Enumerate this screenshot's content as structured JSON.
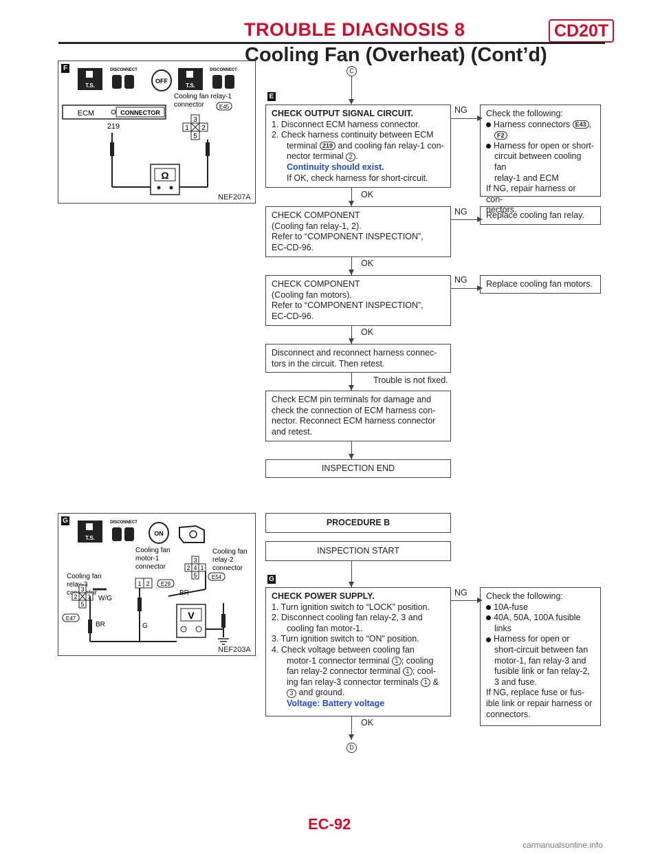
{
  "header": {
    "title": "TROUBLE DIAGNOSIS 8",
    "badge": "CD20T",
    "subtitle": "Cooling Fan (Overheat) (Cont’d)"
  },
  "figures": {
    "fig1": {
      "id": "NEF207A",
      "ecm": "ECM",
      "connector": "CONNECTOR",
      "pin": "219",
      "relay_label": "Cooling fan relay-1\nconnector",
      "relay_tag": "E45",
      "relay_pins": [
        "3",
        "1",
        "2",
        "5"
      ],
      "disconnect": "DISCONNECT",
      "ts": "T.S."
    },
    "fig2": {
      "id": "NEF203A",
      "relay3_label": "Cooling fan\nrelay-3\nconnector",
      "motor1_label": "Cooling fan\nmotor-1\nconnector",
      "relay2_label": "Cooling fan\nrelay-2\nconnector",
      "relay3_tag": "E47",
      "motor1_tag": "E29",
      "relay2_tag": "E54",
      "wire_wg": "W/G",
      "wire_br1": "BR",
      "wire_g": "G",
      "wire_br2": "BR",
      "relay3_pins": [
        "3",
        "2",
        "1",
        "5"
      ],
      "motor1_pins": [
        "1",
        "2"
      ],
      "relay2_pins": [
        "3",
        "2",
        "4",
        "1",
        "5"
      ],
      "disconnect": "DISCONNECT",
      "ts": "T.S.",
      "on": "ON"
    }
  },
  "flow": {
    "connector_c": "C",
    "connector_d": "D",
    "step_e_mark": "E",
    "step_g_mark": "G",
    "fig1_mark": "F",
    "fig2_mark": "G",
    "check_output": {
      "title": "CHECK OUTPUT SIGNAL CIRCUIT.",
      "l1": "1. Disconnect ECM harness connector.",
      "l2": "2. Check harness continuity between ECM",
      "l3a": "terminal",
      "l3tag": "219",
      "l3b": "and cooling fan relay-1 con-",
      "l4a": "nector terminal",
      "l4term": "2",
      "l4b": ".",
      "spec": "Continuity should exist.",
      "l5": "If OK, check harness for short-circuit."
    },
    "ng1_box": {
      "l1": "Check the following:",
      "b1a": "Harness connectors",
      "b1tag": "E43",
      "b1b": ",",
      "b1tag2": "F2",
      "b2": "Harness for open or short-",
      "b2b": "circuit between cooling fan",
      "b2c": "relay-1 and ECM",
      "l2": "If NG, repair harness or con-",
      "l3": "nectors."
    },
    "comp1": {
      "l1": "CHECK COMPONENT",
      "l2": "(Cooling fan relay-1, 2).",
      "l3": "Refer to “COMPONENT INSPECTION”,",
      "l4": "EC-CD-96."
    },
    "ng2_box": "Replace cooling fan relay.",
    "comp2": {
      "l1": "CHECK COMPONENT",
      "l2": "(Cooling fan motors).",
      "l3": "Refer to “COMPONENT INSPECTION”,",
      "l4": "EC-CD-96."
    },
    "ng3_box": "Replace cooling fan motors.",
    "reconnect": {
      "l1": "Disconnect and reconnect harness connec-",
      "l2": "tors in the circuit. Then retest."
    },
    "not_fixed": "Trouble is not fixed.",
    "check_ecm": {
      "l1": "Check ECM pin terminals for damage and",
      "l2": "check the connection of ECM harness con-",
      "l3": "nector. Reconnect ECM harness connector",
      "l4": "and retest."
    },
    "inspection_end": "INSPECTION END",
    "procedure_b": "PROCEDURE B",
    "inspection_start": "INSPECTION START",
    "power": {
      "title": "CHECK POWER SUPPLY.",
      "l1": "1. Turn ignition switch to “LOCK” position.",
      "l2": "2. Disconnect cooling fan relay-2, 3 and",
      "l2b": "cooling fan motor-1.",
      "l3": "3. Turn ignition switch to “ON” position.",
      "l4": "4. Check voltage between cooling fan",
      "l5a": "motor-1 connector terminal",
      "l5t": "1",
      "l5b": "; cooling",
      "l6a": "fan relay-2 connector terminal",
      "l6t": "1",
      "l6b": "; cool-",
      "l7a": "ing fan relay-3 connector terminals",
      "l7t": "1",
      "l7b": "&",
      "l8t": "3",
      "l8b": "and ground.",
      "spec": "Voltage: Battery voltage"
    },
    "ng4_box": {
      "l1": "Check the following:",
      "b1": "10A-fuse",
      "b2": "40A, 50A, 100A fusible",
      "b2b": "links",
      "b3": "Harness for open or",
      "b3b": "short-circuit between fan",
      "b3c": "motor-1, fan relay-3 and",
      "b3d": "fusible link or fan relay-2,",
      "b3e": "3 and fuse.",
      "l2": "If NG, replace fuse or fus-",
      "l3": "ible link or repair harness or",
      "l4": "connectors."
    },
    "ok": "OK",
    "ng": "NG"
  },
  "footer": {
    "page": "EC-92",
    "watermark": "carmanualsonline.info"
  }
}
